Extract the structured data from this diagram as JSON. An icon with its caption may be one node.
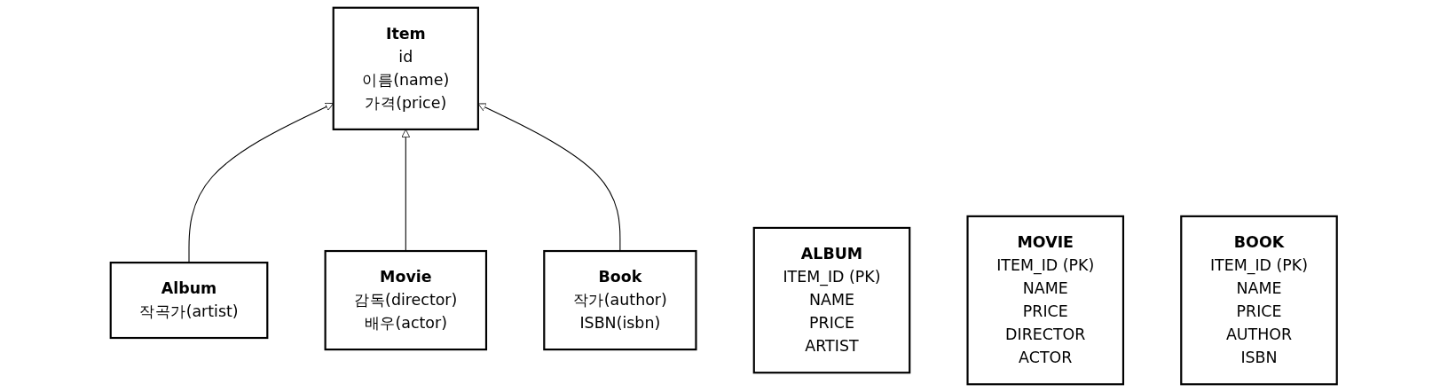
{
  "diagram": {
    "nodes": [
      {
        "text": [
          "Item",
          "id",
          "이름(name)",
          "가격(price)"
        ]
      },
      {
        "text": [
          "Album",
          "작곡가(artist)"
        ]
      },
      {
        "text": [
          "Movie",
          "감독(director)",
          "배우(actor)"
        ]
      },
      {
        "text": [
          "Book",
          "작가(author)",
          "ISBN(isbn)"
        ]
      },
      {
        "text": [
          "ALBUM",
          "ITEM_ID (PK)",
          "NAME",
          "PRICE",
          "ARTIST"
        ]
      },
      {
        "text": [
          "MOVIE",
          "ITEM_ID (PK)",
          "NAME",
          "PRICE",
          "DIRECTOR",
          "ACTOR"
        ]
      },
      {
        "text": [
          "BOOK",
          "ITEM_ID (PK)",
          "NAME",
          "PRICE",
          "AUTHOR",
          "ISBN"
        ]
      }
    ],
    "edges": [
      {
        "from": 1,
        "to": 0,
        "arrow": "to"
      },
      {
        "from": 2,
        "to": 0,
        "arrow": "to"
      },
      {
        "from": 3,
        "to": 0,
        "arrow": "to"
      }
    ]
  }
}
